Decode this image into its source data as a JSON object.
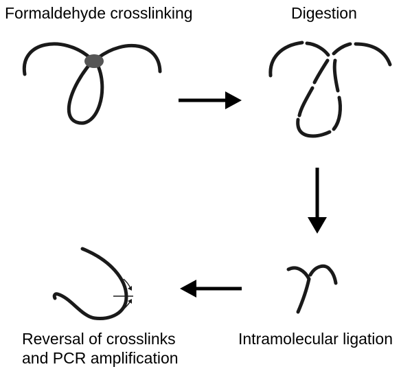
{
  "steps": {
    "crosslinking": "Formaldehyde crosslinking",
    "digestion": "Digestion",
    "ligation": "Intramolecular ligation",
    "reversal_line1": "Reversal of crosslinks",
    "reversal_line2": "and PCR amplification"
  },
  "colors": {
    "strand": "#1a1a1a",
    "crosslink_protein": "#555555",
    "arrow": "#000000",
    "background": "#ffffff"
  },
  "flow": [
    "crosslinking",
    "digestion",
    "ligation",
    "reversal"
  ]
}
